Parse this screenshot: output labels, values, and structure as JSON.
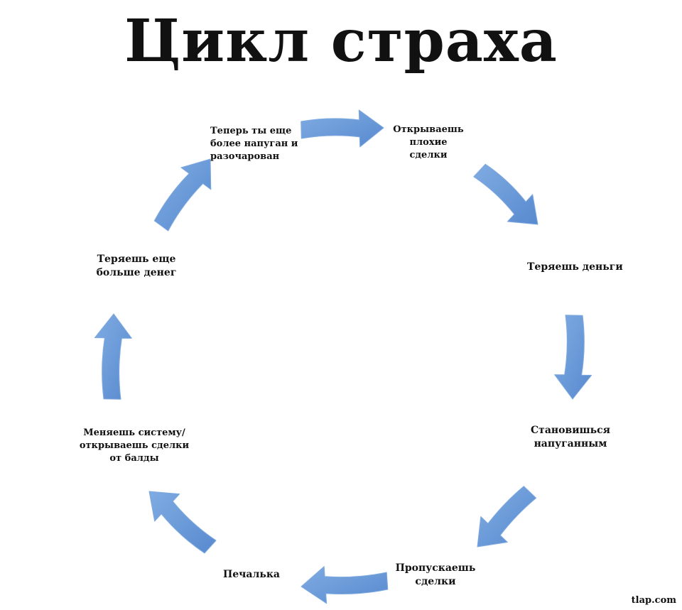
{
  "title": "Цикл страха",
  "colors": {
    "arrow_fill": "#5b8fd4",
    "arrow_edge": "#7aa6df",
    "text": "#111111",
    "background": "#ffffff"
  },
  "nodes": [
    {
      "id": "open-bad-trades",
      "label": "Открываешь\nплохие\nсделки"
    },
    {
      "id": "lose-money",
      "label": "Теряешь деньги"
    },
    {
      "id": "become-scared",
      "label": "Становишься\nнапуганным"
    },
    {
      "id": "miss-trades",
      "label": "Пропускаешь\nсделки"
    },
    {
      "id": "sadness",
      "label": "Печалька"
    },
    {
      "id": "change-system",
      "label": "Меняешь систему/\nоткрываешь сделки\nот балды"
    },
    {
      "id": "lose-more-money",
      "label": "Теряешь еще\nбольше денег"
    },
    {
      "id": "more-scared",
      "label": "Теперь ты еще\nболее напуган и\nразочарован"
    }
  ],
  "credit": "tlap.com"
}
